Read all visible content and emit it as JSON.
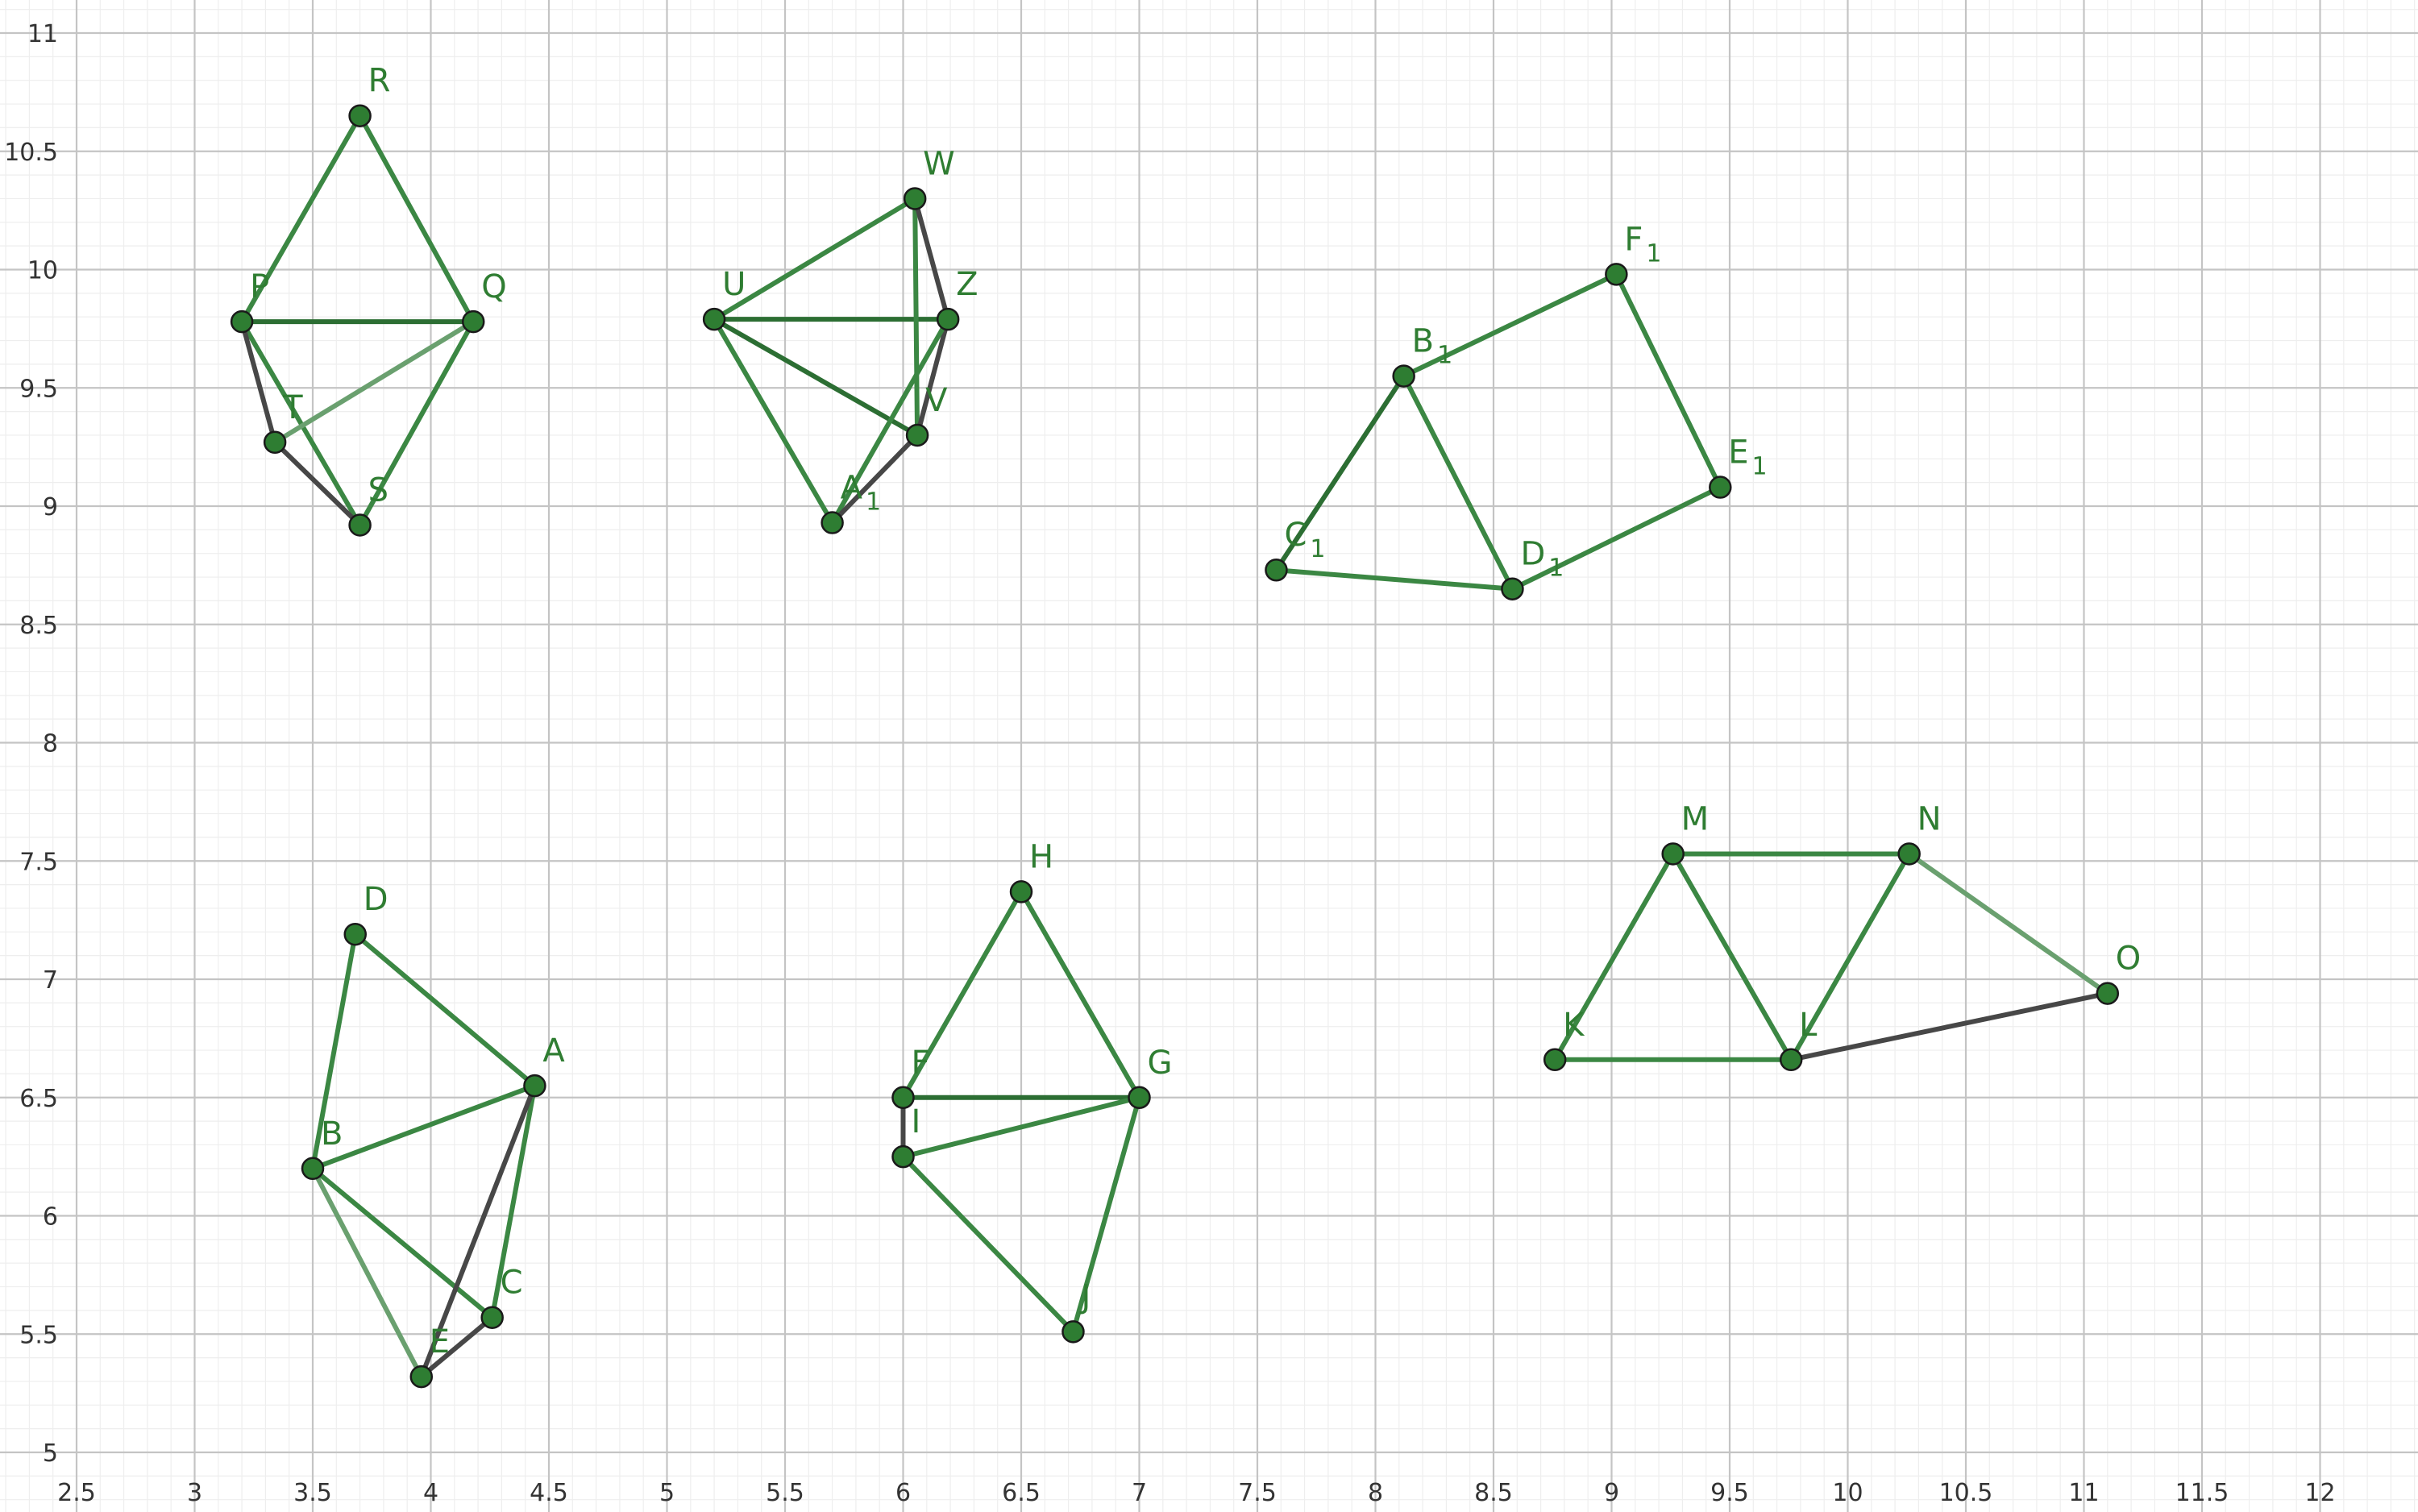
{
  "colors": {
    "background": "#ffffff",
    "minor_grid": "#eeeeee",
    "major_grid": "#c4c4c4",
    "axis_text": "#333333",
    "green_edge": "#3b8743",
    "dark_green_edge": "#2c6e33",
    "light_green_edge": "#6aa06f",
    "dark_edge": "#474747",
    "point_fill": "#2e7d32",
    "point_stroke": "#1a1a1a",
    "label": "#2f7d32"
  },
  "axes": {
    "x_range": [
      2.5,
      12.2
    ],
    "y_range": [
      4.95,
      11.05
    ],
    "x_ticks": [
      "2.5",
      "3",
      "3.5",
      "4",
      "4.5",
      "5",
      "5.5",
      "6",
      "6.5",
      "7",
      "7.5",
      "8",
      "8.5",
      "9",
      "9.5",
      "10",
      "10.5",
      "11",
      "11.5",
      "12"
    ],
    "y_ticks": [
      "5",
      "5.5",
      "6",
      "6.5",
      "7",
      "7.5",
      "8",
      "8.5",
      "9",
      "9.5",
      "10",
      "10.5",
      "11"
    ],
    "major_step": 0.5,
    "minor_step": 0.1
  },
  "points": [
    {
      "name": "R",
      "x": 3.7,
      "y": 10.65
    },
    {
      "name": "P",
      "x": 3.2,
      "y": 9.78
    },
    {
      "name": "Q",
      "x": 4.18,
      "y": 9.78
    },
    {
      "name": "T",
      "x": 3.34,
      "y": 9.27
    },
    {
      "name": "S",
      "x": 3.7,
      "y": 8.92
    },
    {
      "name": "W",
      "x": 6.05,
      "y": 10.3
    },
    {
      "name": "U",
      "x": 5.2,
      "y": 9.79
    },
    {
      "name": "Z",
      "x": 6.19,
      "y": 9.79
    },
    {
      "name": "V",
      "x": 6.06,
      "y": 9.3
    },
    {
      "name": "A",
      "sub": "1",
      "x": 5.7,
      "y": 8.93
    },
    {
      "name": "F",
      "sub": "1",
      "x": 9.02,
      "y": 9.98
    },
    {
      "name": "B",
      "sub": "1",
      "x": 8.12,
      "y": 9.55
    },
    {
      "name": "E",
      "sub": "1",
      "x": 9.46,
      "y": 9.08
    },
    {
      "name": "C",
      "sub": "1",
      "x": 7.58,
      "y": 8.73
    },
    {
      "name": "D",
      "sub": "1",
      "x": 8.58,
      "y": 8.65
    },
    {
      "name": "D",
      "x": 3.68,
      "y": 7.19
    },
    {
      "name": "A",
      "x": 4.44,
      "y": 6.55
    },
    {
      "name": "B",
      "x": 3.5,
      "y": 6.2
    },
    {
      "name": "C",
      "x": 4.26,
      "y": 5.57
    },
    {
      "name": "E",
      "x": 3.96,
      "y": 5.32
    },
    {
      "name": "H",
      "x": 6.5,
      "y": 7.37
    },
    {
      "name": "F",
      "x": 6.0,
      "y": 6.5
    },
    {
      "name": "G",
      "x": 7.0,
      "y": 6.5
    },
    {
      "name": "I",
      "x": 6.0,
      "y": 6.25
    },
    {
      "name": "J",
      "x": 6.72,
      "y": 5.51
    },
    {
      "name": "M",
      "x": 9.26,
      "y": 7.53
    },
    {
      "name": "N",
      "x": 10.26,
      "y": 7.53
    },
    {
      "name": "O",
      "x": 11.1,
      "y": 6.94
    },
    {
      "name": "K",
      "x": 8.76,
      "y": 6.66
    },
    {
      "name": "L",
      "x": 9.76,
      "y": 6.66
    }
  ],
  "segments": [
    {
      "from": [
        3.2,
        9.78
      ],
      "to": [
        3.7,
        10.65
      ],
      "tone": "green"
    },
    {
      "from": [
        3.7,
        10.65
      ],
      "to": [
        4.18,
        9.78
      ],
      "tone": "green"
    },
    {
      "from": [
        3.2,
        9.78
      ],
      "to": [
        4.18,
        9.78
      ],
      "tone": "dark_green"
    },
    {
      "from": [
        4.18,
        9.78
      ],
      "to": [
        3.7,
        8.92
      ],
      "tone": "green"
    },
    {
      "from": [
        3.2,
        9.78
      ],
      "to": [
        3.7,
        8.92
      ],
      "tone": "green"
    },
    {
      "from": [
        3.34,
        9.27
      ],
      "to": [
        4.18,
        9.78
      ],
      "tone": "light_green"
    },
    {
      "from": [
        3.2,
        9.78
      ],
      "to": [
        3.34,
        9.27
      ],
      "tone": "dark"
    },
    {
      "from": [
        3.34,
        9.27
      ],
      "to": [
        3.7,
        8.92
      ],
      "tone": "dark"
    },
    {
      "from": [
        5.2,
        9.79
      ],
      "to": [
        6.05,
        10.3
      ],
      "tone": "green"
    },
    {
      "from": [
        5.2,
        9.79
      ],
      "to": [
        6.19,
        9.79
      ],
      "tone": "dark_green"
    },
    {
      "from": [
        5.2,
        9.79
      ],
      "to": [
        6.06,
        9.3
      ],
      "tone": "dark_green"
    },
    {
      "from": [
        5.2,
        9.79
      ],
      "to": [
        5.7,
        8.93
      ],
      "tone": "green"
    },
    {
      "from": [
        6.05,
        10.3
      ],
      "to": [
        6.06,
        9.3
      ],
      "tone": "green"
    },
    {
      "from": [
        6.05,
        10.3
      ],
      "to": [
        6.19,
        9.79
      ],
      "tone": "dark"
    },
    {
      "from": [
        6.19,
        9.79
      ],
      "to": [
        6.06,
        9.3
      ],
      "tone": "dark"
    },
    {
      "from": [
        6.19,
        9.79
      ],
      "to": [
        5.7,
        8.93
      ],
      "tone": "green"
    },
    {
      "from": [
        6.06,
        9.3
      ],
      "to": [
        5.7,
        8.93
      ],
      "tone": "dark"
    },
    {
      "from": [
        8.12,
        9.55
      ],
      "to": [
        9.02,
        9.98
      ],
      "tone": "green"
    },
    {
      "from": [
        9.02,
        9.98
      ],
      "to": [
        9.46,
        9.08
      ],
      "tone": "green"
    },
    {
      "from": [
        9.46,
        9.08
      ],
      "to": [
        8.58,
        8.65
      ],
      "tone": "green"
    },
    {
      "from": [
        8.12,
        9.55
      ],
      "to": [
        8.58,
        8.65
      ],
      "tone": "green"
    },
    {
      "from": [
        7.58,
        8.73
      ],
      "to": [
        8.58,
        8.65
      ],
      "tone": "green"
    },
    {
      "from": [
        8.12,
        9.55
      ],
      "to": [
        7.58,
        8.73
      ],
      "tone": "dark_green"
    },
    {
      "from": [
        3.68,
        7.19
      ],
      "to": [
        4.44,
        6.55
      ],
      "tone": "green"
    },
    {
      "from": [
        3.68,
        7.19
      ],
      "to": [
        3.5,
        6.2
      ],
      "tone": "green"
    },
    {
      "from": [
        3.5,
        6.2
      ],
      "to": [
        4.44,
        6.55
      ],
      "tone": "green"
    },
    {
      "from": [
        3.5,
        6.2
      ],
      "to": [
        4.26,
        5.57
      ],
      "tone": "green"
    },
    {
      "from": [
        4.44,
        6.55
      ],
      "to": [
        4.26,
        5.57
      ],
      "tone": "green"
    },
    {
      "from": [
        4.44,
        6.55
      ],
      "to": [
        3.96,
        5.32
      ],
      "tone": "dark"
    },
    {
      "from": [
        3.5,
        6.2
      ],
      "to": [
        3.96,
        5.32
      ],
      "tone": "light_green"
    },
    {
      "from": [
        3.96,
        5.32
      ],
      "to": [
        4.26,
        5.57
      ],
      "tone": "dark"
    },
    {
      "from": [
        6.0,
        6.5
      ],
      "to": [
        6.5,
        7.37
      ],
      "tone": "green"
    },
    {
      "from": [
        6.5,
        7.37
      ],
      "to": [
        7.0,
        6.5
      ],
      "tone": "green"
    },
    {
      "from": [
        6.0,
        6.5
      ],
      "to": [
        7.0,
        6.5
      ],
      "tone": "dark_green"
    },
    {
      "from": [
        6.0,
        6.25
      ],
      "to": [
        7.0,
        6.5
      ],
      "tone": "green"
    },
    {
      "from": [
        6.0,
        6.5
      ],
      "to": [
        6.0,
        6.25
      ],
      "tone": "dark"
    },
    {
      "from": [
        6.0,
        6.25
      ],
      "to": [
        6.72,
        5.51
      ],
      "tone": "green"
    },
    {
      "from": [
        7.0,
        6.5
      ],
      "to": [
        6.72,
        5.51
      ],
      "tone": "green"
    },
    {
      "from": [
        9.26,
        7.53
      ],
      "to": [
        10.26,
        7.53
      ],
      "tone": "green"
    },
    {
      "from": [
        8.76,
        6.66
      ],
      "to": [
        9.26,
        7.53
      ],
      "tone": "green"
    },
    {
      "from": [
        9.26,
        7.53
      ],
      "to": [
        9.76,
        6.66
      ],
      "tone": "green"
    },
    {
      "from": [
        10.26,
        7.53
      ],
      "to": [
        9.76,
        6.66
      ],
      "tone": "green"
    },
    {
      "from": [
        8.76,
        6.66
      ],
      "to": [
        9.76,
        6.66
      ],
      "tone": "green"
    },
    {
      "from": [
        10.26,
        7.53
      ],
      "to": [
        11.1,
        6.94
      ],
      "tone": "light_green"
    },
    {
      "from": [
        9.76,
        6.66
      ],
      "to": [
        11.1,
        6.94
      ],
      "tone": "dark"
    }
  ]
}
